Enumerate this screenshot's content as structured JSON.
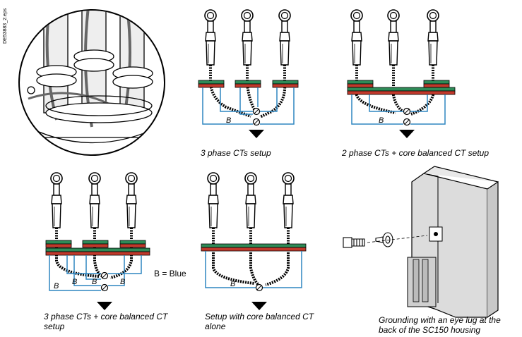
{
  "reference_code": "DE53883_2.eps",
  "legend": "B = Blue",
  "blue_wire_label": "B",
  "captions": {
    "three_phase": "3 phase CTs setup",
    "two_phase": "2 phase CTs + core balanced CT setup",
    "three_phase_core_line1": "3 phase CTs + core balanced CT",
    "three_phase_core_line2": "setup",
    "core_alone_line1": "Setup with core balanced CT",
    "core_alone_line2": "alone",
    "grounding_line1": "Grounding with an eye lug at the",
    "grounding_line2": "back of the SC150 housing"
  },
  "colors": {
    "blue_wire": "#2e86c1",
    "ct_green": "#2e8b57",
    "ct_red": "#c0392b",
    "housing": "#d8d8d8"
  }
}
